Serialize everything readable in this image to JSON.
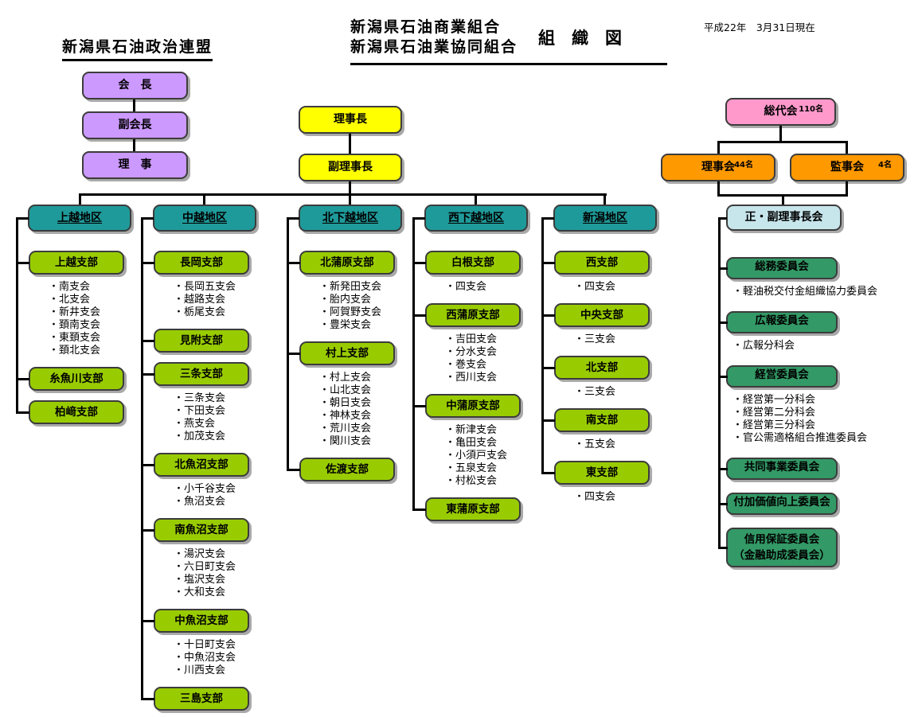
{
  "header": {
    "league_title": "新潟県石油政治連盟",
    "title_line1": "新潟県石油商業組合",
    "title_line2": "新潟県石油業協同組合",
    "title_suffix": "組　織　図",
    "date_note": "平成22年　3月31日現在"
  },
  "political_league": {
    "boxes": [
      "会　長",
      "副会長",
      "理　事"
    ]
  },
  "executive": {
    "chairman": "理事長",
    "vice_chairman": "副理事長"
  },
  "assembly": {
    "sodaikai": {
      "label": "総代会",
      "count": "110名"
    },
    "rijikai": {
      "label": "理事会",
      "count": "44名"
    },
    "kanjikai": {
      "label": "監事会",
      "count": "4名"
    },
    "seifuku": "正・副理事長会"
  },
  "committees": [
    {
      "label": "総務委員会",
      "bullets": [
        "・軽油税交付金組織協力委員会"
      ]
    },
    {
      "label": "広報委員会",
      "bullets": [
        "・広報分科会"
      ]
    },
    {
      "label": "経営委員会",
      "bullets": [
        "・経営第一分科会",
        "・経営第二分科会",
        "・経営第三分科会",
        "・官公需適格組合推進委員会"
      ]
    },
    {
      "label": "共同事業委員会",
      "bullets": []
    },
    {
      "label": "付加価値向上委員会",
      "bullets": []
    },
    {
      "label": "信用保証委員会",
      "label2": "（金融助成委員会）",
      "bullets": []
    }
  ],
  "districts": [
    {
      "label": "上越地区",
      "branches": [
        {
          "label": "上越支部",
          "bullets": [
            "・南支会",
            "・北支会",
            "・新井支会",
            "・頚南支会",
            "・東頚支会",
            "・頚北支会"
          ]
        },
        {
          "label": "糸魚川支部",
          "bullets": []
        },
        {
          "label": "柏﨑支部",
          "bullets": []
        }
      ]
    },
    {
      "label": "中越地区",
      "branches": [
        {
          "label": "長岡支部",
          "bullets": [
            "・長岡五支会",
            "・越路支会",
            "・栃尾支会"
          ]
        },
        {
          "label": "見附支部",
          "bullets": []
        },
        {
          "label": "三条支部",
          "bullets": [
            "・三条支会",
            "・下田支会",
            "・燕支会",
            "・加茂支会"
          ]
        },
        {
          "label": "北魚沼支部",
          "bullets": [
            "・小千谷支会",
            "・魚沼支会"
          ]
        },
        {
          "label": "南魚沼支部",
          "bullets": [
            "・湯沢支会",
            "・六日町支会",
            "・塩沢支会",
            "・大和支会"
          ]
        },
        {
          "label": "中魚沼支部",
          "bullets": [
            "・十日町支会",
            "・中魚沼支会",
            "・川西支会"
          ]
        },
        {
          "label": "三島支部",
          "bullets": []
        }
      ]
    },
    {
      "label": "北下越地区",
      "branches": [
        {
          "label": "北蒲原支部",
          "bullets": [
            "・新発田支会",
            "・胎内支会",
            "・阿賀野支会",
            "・豊栄支会"
          ]
        },
        {
          "label": "村上支部",
          "bullets": [
            "・村上支会",
            "・山北支会",
            "・朝日支会",
            "・神林支会",
            "・荒川支会",
            "・関川支会"
          ]
        },
        {
          "label": "佐渡支部",
          "bullets": []
        }
      ]
    },
    {
      "label": "西下越地区",
      "branches": [
        {
          "label": "白根支部",
          "bullets": [
            "・四支会"
          ]
        },
        {
          "label": "西蒲原支部",
          "bullets": [
            "・吉田支会",
            "・分水支会",
            "・巻支会",
            "・西川支会"
          ]
        },
        {
          "label": "中蒲原支部",
          "bullets": [
            "・新津支会",
            "・亀田支会",
            "・小須戸支会",
            "・五泉支会",
            "・村松支会"
          ]
        },
        {
          "label": "東蒲原支部",
          "bullets": []
        }
      ]
    },
    {
      "label": "新潟地区",
      "branches": [
        {
          "label": "西支部",
          "bullets": [
            "・四支会"
          ]
        },
        {
          "label": "中央支部",
          "bullets": [
            "・三支会"
          ]
        },
        {
          "label": "北支部",
          "bullets": [
            "・三支会"
          ]
        },
        {
          "label": "南支部",
          "bullets": [
            "・五支会"
          ]
        },
        {
          "label": "東支部",
          "bullets": [
            "・四支会"
          ]
        }
      ]
    }
  ],
  "colors": {
    "purple": "#CC99FF",
    "yellow": "#FFFF00",
    "pink": "#FF99CC",
    "orange": "#FF9900",
    "teal": "#1F9A9A",
    "green": "#99CC00",
    "dgreen": "#339966",
    "lightblue": "#C7E6EC"
  }
}
